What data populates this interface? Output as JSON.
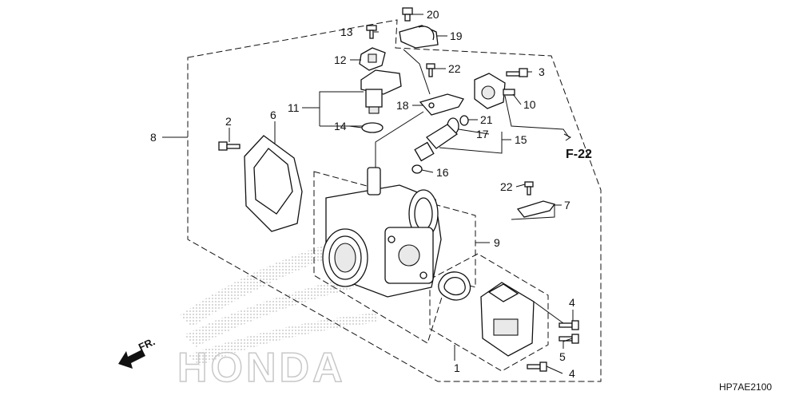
{
  "diagram": {
    "callouts": [
      "1",
      "2",
      "3",
      "4",
      "4",
      "5",
      "6",
      "7",
      "8",
      "9",
      "10",
      "11",
      "12",
      "13",
      "14",
      "15",
      "16",
      "17",
      "18",
      "19",
      "20",
      "21",
      "22",
      "22"
    ],
    "reference": "F-22",
    "front_marker": "FR.",
    "watermark": "HONDA",
    "diagram_code": "HP7AE2100"
  }
}
